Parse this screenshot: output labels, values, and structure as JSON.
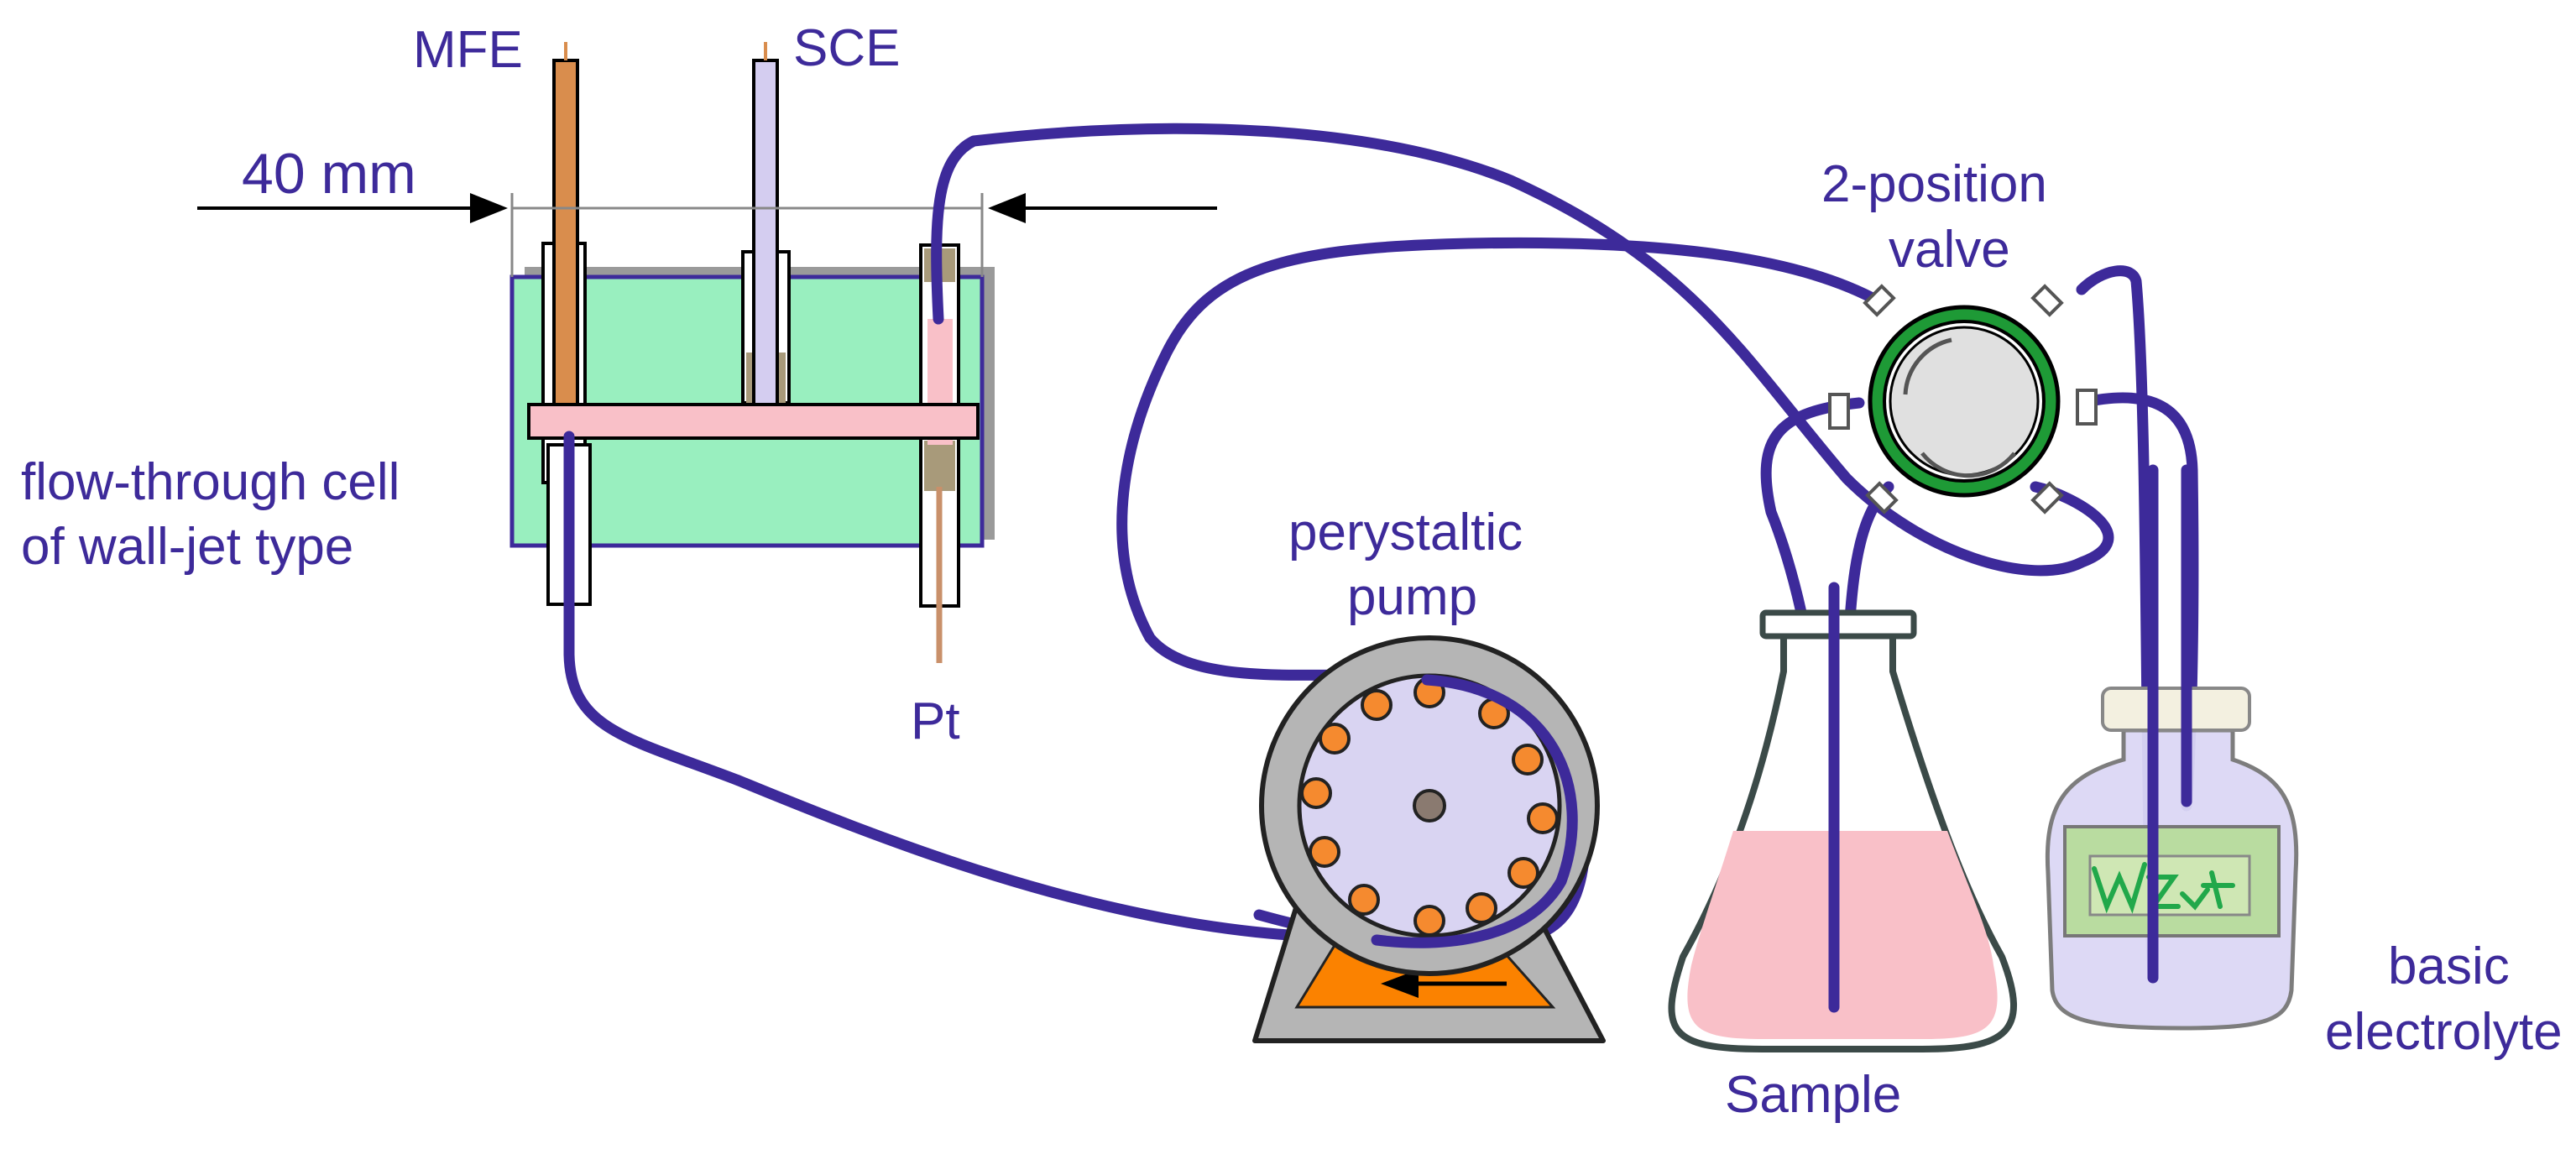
{
  "labels": {
    "mfe": "MFE",
    "sce": "SCE",
    "pt": "Pt",
    "dimension": "40 mm",
    "cell_line1": "flow-through cell",
    "cell_line2": "of wall-jet type",
    "pump_line1": "perystaltic",
    "pump_line2": "pump",
    "valve_line1": "2-position",
    "valve_line2": "valve",
    "sample": "Sample",
    "electrolyte_line1": "basic",
    "electrolyte_line2": "electrolyte"
  },
  "colors": {
    "tube": "#3d2a9a",
    "label_text": "#3d2a9a",
    "cell_body": "#99efbf",
    "cell_channel": "#f9c0c8",
    "mfe_electrode": "#d98d4d",
    "sce_electrode": "#d4cdf0",
    "pump_housing": "#b5b5b5",
    "pump_rotor": "#d9d4f2",
    "pump_roller": "#f58a2f",
    "pump_base": "#fb8200",
    "valve_ring": "#1e9a36",
    "valve_core": "#e0e0e0",
    "sample_liquid": "#f9c0c8",
    "bottle_glass": "#dcd8f5",
    "bottle_label": "#b9dca0",
    "bottle_logo": "#21a84a"
  },
  "icons": {
    "pump": "peristaltic-pump-icon",
    "valve": "rotary-valve-icon",
    "flask": "erlenmeyer-flask-icon",
    "bottle": "reagent-bottle-icon",
    "cell": "flow-cell-icon"
  }
}
